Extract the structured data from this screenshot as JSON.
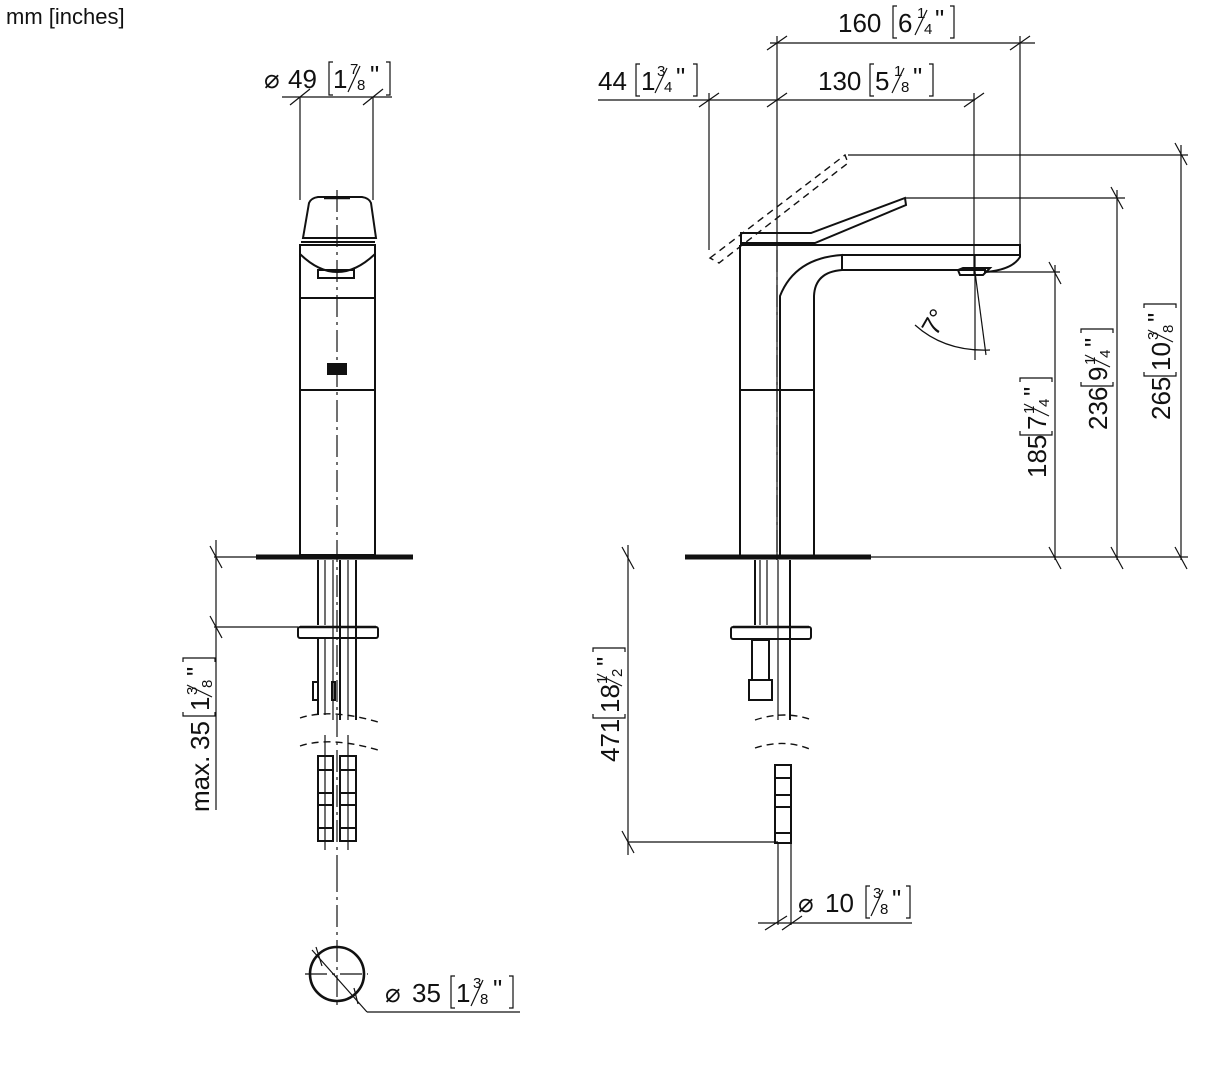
{
  "units_label": "mm [inches]",
  "front_view": {
    "top_width": {
      "symbol": "⌀",
      "mm": "49",
      "inch_whole": "1",
      "inch_num": "7",
      "inch_den": "8"
    },
    "deck_thickness": {
      "prefix": "max.",
      "mm": "35",
      "inch_whole": "1",
      "inch_num": "3",
      "inch_den": "8"
    },
    "hole_diameter": {
      "symbol": "⌀",
      "mm": "35",
      "inch_whole": "1",
      "inch_num": "3",
      "inch_den": "8"
    }
  },
  "side_view": {
    "overall_projection": {
      "mm": "160",
      "inch_whole": "6",
      "inch_num": "1",
      "inch_den": "4"
    },
    "lever_back": {
      "mm": "44",
      "inch_whole": "1",
      "inch_num": "3",
      "inch_den": "4"
    },
    "spout_reach": {
      "mm": "130",
      "inch_whole": "5",
      "inch_num": "1",
      "inch_den": "8"
    },
    "spout_height": {
      "mm": "185",
      "inch_whole": "7",
      "inch_num": "1",
      "inch_den": "4"
    },
    "lever_height": {
      "mm": "236",
      "inch_whole": "9",
      "inch_num": "1",
      "inch_den": "4"
    },
    "lever_open_height": {
      "mm": "265",
      "inch_whole": "10",
      "inch_num": "3",
      "inch_den": "8"
    },
    "hose_length": {
      "mm": "471",
      "inch_whole": "18",
      "inch_num": "1",
      "inch_den": "2"
    },
    "hose_diameter": {
      "symbol": "⌀",
      "mm": "10",
      "inch_whole": "",
      "inch_num": "3",
      "inch_den": "8"
    },
    "spray_angle": "7°"
  }
}
